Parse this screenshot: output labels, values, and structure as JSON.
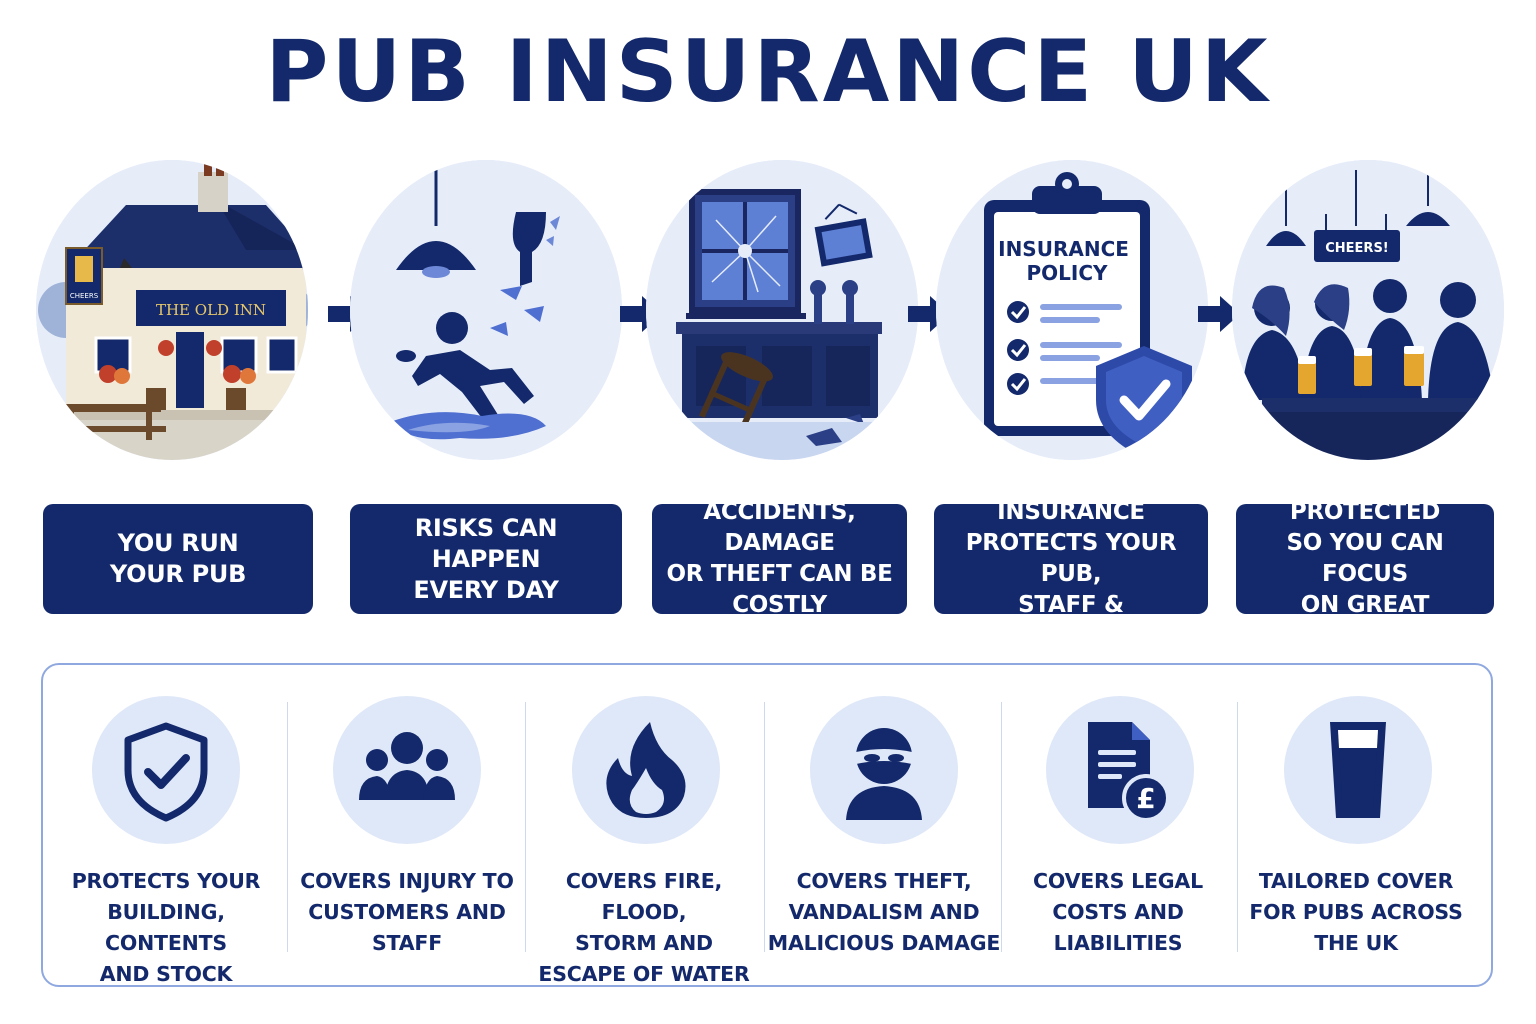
{
  "title": "PUB INSURANCE UK",
  "scene_text": {
    "pub_sign": "THE OLD INN",
    "pub_hanging_sign": "CHEERS",
    "clipboard_title": "INSURANCE\nPOLICY",
    "bar_sign": "CHEERS!"
  },
  "steps": [
    {
      "label": "YOU RUN\nYOUR PUB",
      "icon": "pub-building-illustration"
    },
    {
      "label": "RISKS CAN HAPPEN\nEVERY DAY",
      "icon": "slip-and-fall-illustration"
    },
    {
      "label": "ACCIDENTS, DAMAGE\nOR THEFT CAN BE\nCOSTLY",
      "icon": "broken-window-illustration"
    },
    {
      "label": "THE RIGHT INSURANCE\nPROTECTS YOUR PUB,\nSTAFF & CUSTOMERS",
      "icon": "insurance-policy-illustration"
    },
    {
      "label": "YOU’RE PROTECTED\nSO YOU CAN FOCUS\nON GREAT SERVICE",
      "icon": "customers-cheering-illustration"
    }
  ],
  "features": [
    {
      "label": "PROTECTS YOUR\nBUILDING, CONTENTS\nAND STOCK",
      "icon": "shield-check-icon"
    },
    {
      "label": "COVERS INJURY TO\nCUSTOMERS AND\nSTAFF",
      "icon": "people-group-icon"
    },
    {
      "label": "COVERS FIRE, FLOOD,\nSTORM AND\nESCAPE OF WATER",
      "icon": "flame-icon"
    },
    {
      "label": "COVERS THEFT,\nVANDALISM AND\nMALICIOUS DAMAGE",
      "icon": "burglar-icon"
    },
    {
      "label": "COVERS LEGAL\nCOSTS AND\nLIABILITIES",
      "icon": "legal-document-pound-icon"
    },
    {
      "label": "TAILORED COVER\nFOR PUBS ACROSS\nTHE UK",
      "icon": "pint-glass-icon"
    }
  ],
  "colors": {
    "navy": "#13296b",
    "light_blue": "#dfe8f8",
    "accent_blue": "#4f6fd1",
    "border": "#8fa9e0"
  }
}
